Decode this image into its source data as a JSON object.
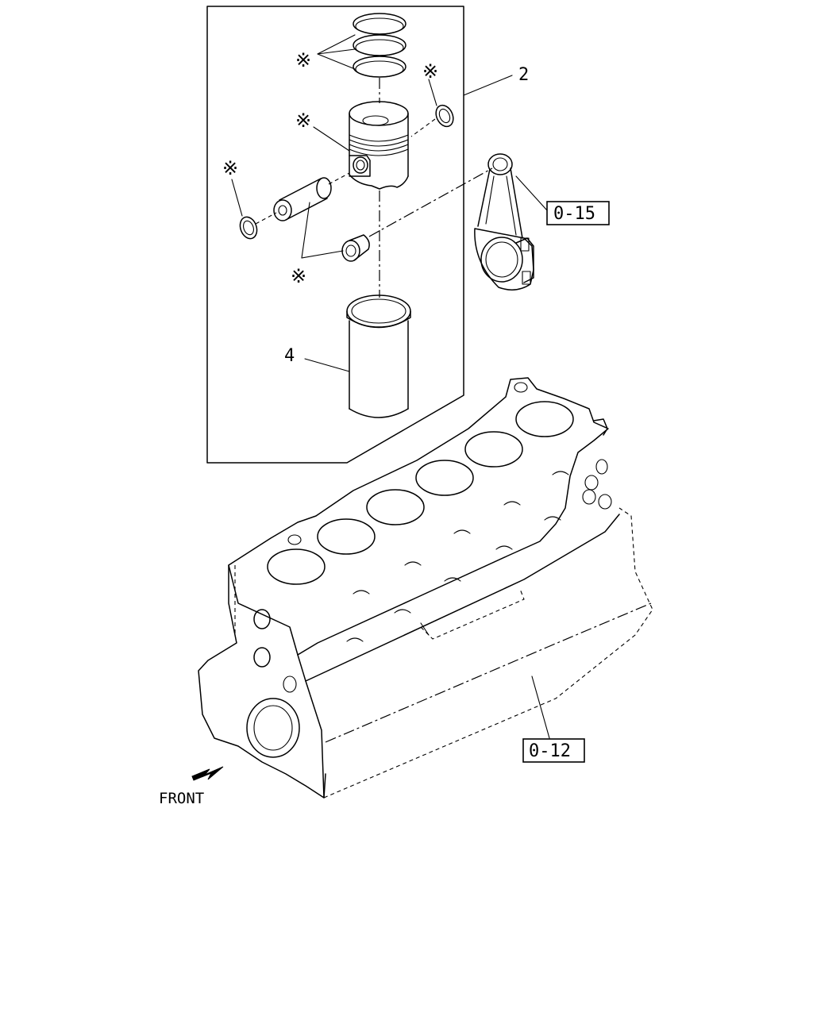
{
  "diagram": {
    "callouts": {
      "piston_assembly": "2",
      "cylinder_liner": "4",
      "connecting_rod_ref": "0-15",
      "cylinder_block_ref": "0-12"
    },
    "asterisk_mark": "※",
    "front_label": "FRONT",
    "icons": [
      "piston-ring-set-icon",
      "piston-icon",
      "piston-pin-icon",
      "snap-ring-icon",
      "pin-bushing-icon",
      "cylinder-liner-icon",
      "connecting-rod-icon",
      "cylinder-block-icon",
      "front-arrow-icon"
    ]
  }
}
